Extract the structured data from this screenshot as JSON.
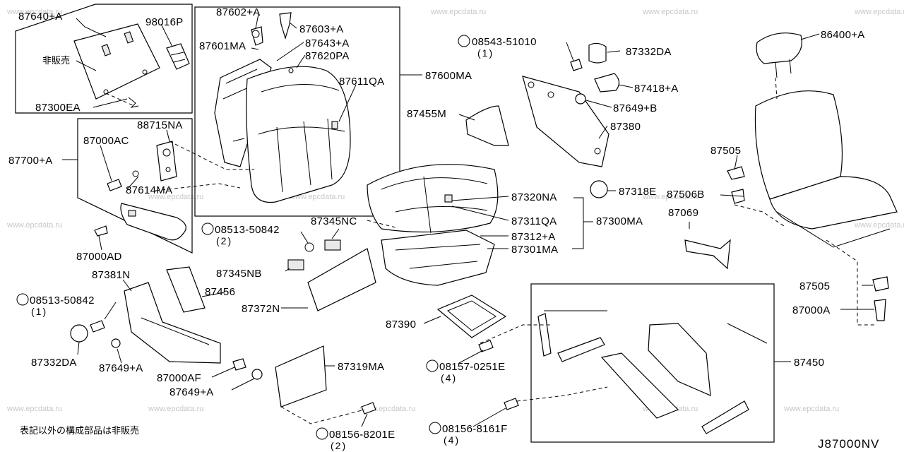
{
  "watermark": "www.epcdata.ru",
  "diagram_code": "J87000NV",
  "note_jp": "表記以外の構成部品は非販売",
  "not_sold_jp": "非販売",
  "labels": {
    "p87640": "87640+A",
    "p98016": "98016P",
    "p87300EA": "87300EA",
    "p87602": "87602+A",
    "p87603": "87603+A",
    "p87601MA": "87601MA",
    "p87643": "87643+A",
    "p87620PA": "87620PA",
    "p87611QA": "87611QA",
    "p87600MA": "87600MA",
    "p88715NA": "88715NA",
    "p87000AC": "87000AC",
    "p87700": "87700+A",
    "p87614MA": "87614MA",
    "p87000AD": "87000AD",
    "p08543": "08543-51010",
    "q08543": "(1)",
    "p87332DA_top": "87332DA",
    "p87418": "87418+A",
    "p87649B": "87649+B",
    "p87455M": "87455M",
    "p87380": "87380",
    "p86400": "86400+A",
    "p87505_top": "87505",
    "p87318E": "87318E",
    "p87506B": "87506B",
    "p87069": "87069",
    "p87320NA": "87320NA",
    "p87311QA": "87311QA",
    "p87300MA": "87300MA",
    "p87312": "87312+A",
    "p87301MA": "87301MA",
    "p87345NC": "87345NC",
    "p08513_mid": "08513-50842",
    "q08513_mid": "(2)",
    "p87345NB": "87345NB",
    "p87372N": "87372N",
    "p87381N": "87381N",
    "p87456": "87456",
    "p08513_left": "08513-50842",
    "q08513_left": "(1)",
    "p87332DA_bot": "87332DA",
    "p87649A_1": "87649+A",
    "p87000AF": "87000AF",
    "p87649A_2": "87649+A",
    "p87390": "87390",
    "p08157": "08157-0251E",
    "q08157": "(4)",
    "p87319MA": "87319MA",
    "p08156_8201": "08156-8201E",
    "q08156_8201": "(2)",
    "p08156_8161": "08156-8161F",
    "q08156_8161": "(4)",
    "p87505_bot": "87505",
    "p87000A": "87000A",
    "p87450": "87450"
  }
}
